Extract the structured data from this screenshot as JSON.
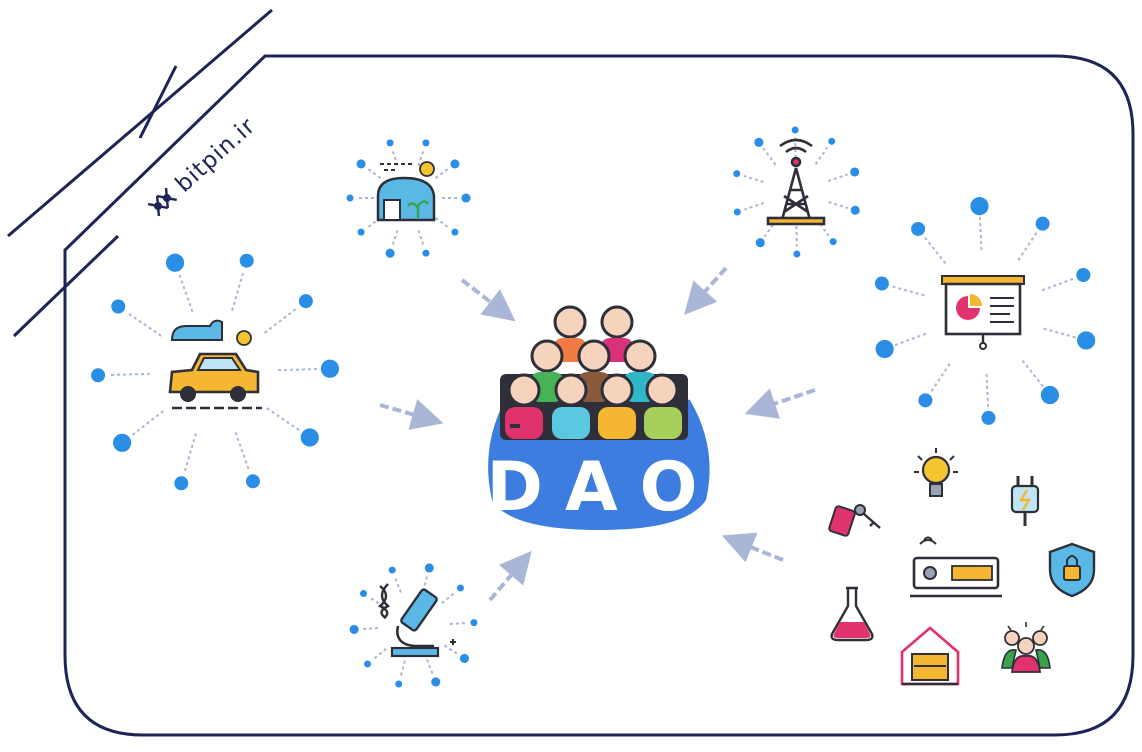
{
  "brand": {
    "name": "bitpin.ir",
    "logo_icon": "bitpin-logo-icon"
  },
  "center": {
    "label": "DAO",
    "icon": "community-group-icon"
  },
  "nodes": [
    {
      "id": "greenhouse",
      "icon": "greenhouse-icon"
    },
    {
      "id": "tower",
      "icon": "cell-tower-icon"
    },
    {
      "id": "car",
      "icon": "car-icon"
    },
    {
      "id": "presentation",
      "icon": "presentation-board-icon"
    },
    {
      "id": "lab",
      "icon": "microscope-dna-icon"
    },
    {
      "id": "assets",
      "icons": [
        "key-tag-icon",
        "lightbulb-icon",
        "plug-icon",
        "router-icon",
        "shield-lock-icon",
        "flask-icon",
        "garage-icon",
        "people-group-icon"
      ]
    }
  ],
  "colors": {
    "frame": "#1e2456",
    "dao_blob": "#3d7de0",
    "arrow": "#a9b6d6",
    "dot": "#2a8ee6",
    "dash": "#a9b6d6"
  }
}
